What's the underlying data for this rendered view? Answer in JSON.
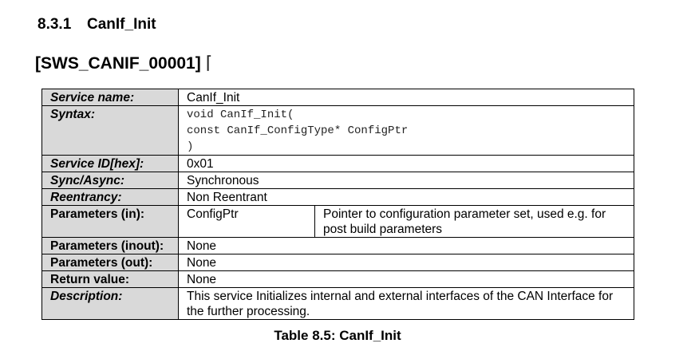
{
  "section": {
    "number": "8.3.1",
    "title": "CanIf_Init"
  },
  "requirement": {
    "id": "[SWS_CANIF_00001]",
    "bracket": "⌈"
  },
  "table": {
    "service_name": {
      "label": "Service name:",
      "value": "CanIf_Init"
    },
    "syntax": {
      "label": "Syntax:",
      "lines": [
        "void CanIf_Init(",
        "const CanIf_ConfigType* ConfigPtr",
        ")"
      ]
    },
    "service_id": {
      "label": "Service ID[hex]:",
      "value": "0x01"
    },
    "sync": {
      "label": "Sync/Async:",
      "value": "Synchronous"
    },
    "reentrancy": {
      "label": "Reentrancy:",
      "value": "Non Reentrant"
    },
    "params_in": {
      "label": "Parameters (in):",
      "name": "ConfigPtr",
      "desc": "Pointer to configuration parameter set, used e.g. for post build parameters"
    },
    "params_inout": {
      "label": "Parameters (inout):",
      "value": "None"
    },
    "params_out": {
      "label": "Parameters (out):",
      "value": "None"
    },
    "return_value": {
      "label": "Return value:",
      "value": "None"
    },
    "description": {
      "label": "Description:",
      "value": "This service Initializes internal and external interfaces of the CAN Interface for the further processing."
    }
  },
  "caption": "Table 8.5: CanIf_Init"
}
